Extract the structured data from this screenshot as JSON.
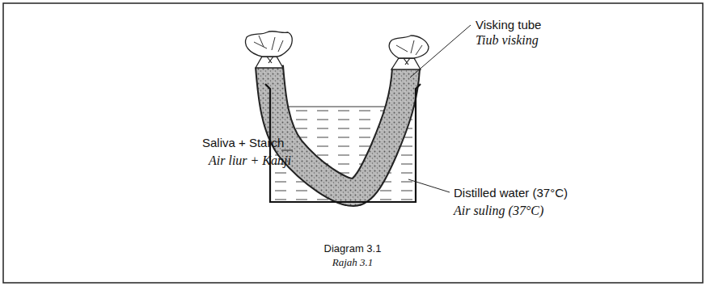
{
  "diagram": {
    "labels": [
      "Visking tube",
      "Tiub visking",
      "Saliva + Starch",
      "Air liur + Kanji",
      "Distilled water (37°C)",
      "Air suling (37°C)",
      "Diagram 3.1",
      "Rajah 3.1"
    ]
  }
}
